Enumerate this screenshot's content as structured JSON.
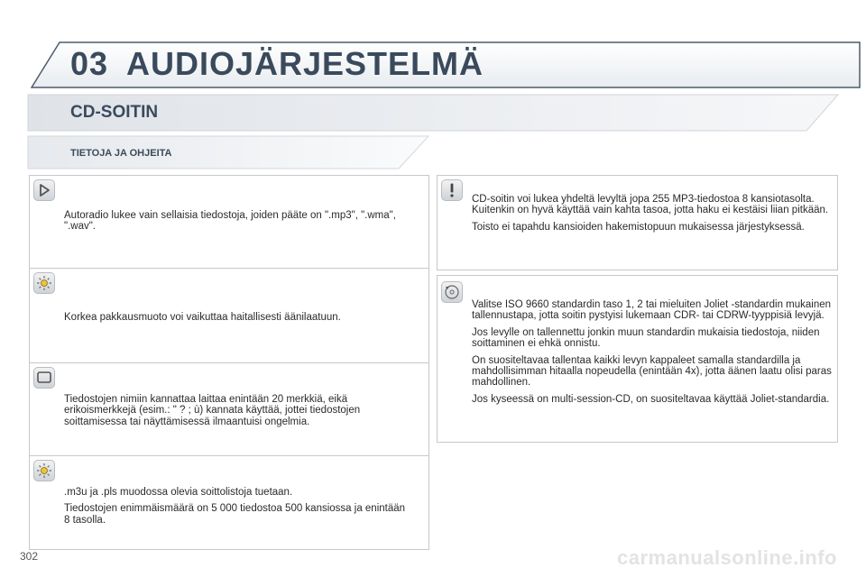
{
  "header": {
    "chapter_number": "03",
    "chapter_title": "AUDIOJÄRJESTELMÄ"
  },
  "section": {
    "title": "CD-SOITIN",
    "subtitle": "TIETOJA JA OHJEITA"
  },
  "left_notes": [
    {
      "icon": "play-arrow-icon",
      "paragraphs": [
        "Autoradio lukee vain sellaisia tiedostoja, joiden pääte on \".mp3\", \".wma\", \".wav\"."
      ]
    },
    {
      "icon": "lightbulb-icon",
      "paragraphs": [
        "Korkea pakkausmuoto voi vaikuttaa haitallisesti äänilaatuun."
      ]
    },
    {
      "icon": "screen-icon",
      "paragraphs": [
        "Tiedostojen nimiin kannattaa laittaa enintään 20 merkkiä, eikä erikoismerkkejä (esim.: \" ? ; ù) kannata käyttää, jottei tiedostojen soittamisessa tai näyttämisessä ilmaantuisi ongelmia."
      ]
    },
    {
      "icon": "lightbulb-icon",
      "paragraphs": [
        ".m3u ja .pls muodossa olevia soittolistoja tuetaan.",
        "Tiedostojen enimmäismäärä on 5 000 tiedostoa 500 kansiossa ja enintään 8 tasolla."
      ]
    }
  ],
  "right_notes": [
    {
      "icon": "warning-icon",
      "paragraphs": [
        "CD-soitin voi lukea yhdeltä levyltä jopa 255 MP3-tiedostoa 8 kansiotasolta. Kuitenkin on hyvä käyttää vain kahta tasoa, jotta haku ei kestäisi liian pitkään.",
        "Toisto ei tapahdu kansioiden hakemistopuun mukaisessa järjestyksessä."
      ]
    },
    {
      "icon": "disc-icon",
      "paragraphs": [
        "Valitse ISO 9660 standardin taso 1, 2 tai mieluiten Joliet -standardin mukainen tallennustapa, jotta soitin pystyisi lukemaan CDR- tai CDRW-tyyppisiä levyjä.",
        "Jos levylle on tallennettu jonkin muun standardin mukaisia tiedostoja, niiden soittaminen ei ehkä onnistu.",
        "On suositeltavaa tallentaa kaikki levyn kappaleet samalla standardilla ja mahdollisimman hitaalla nopeudella (enintään 4x), jotta äänen laatu olisi paras mahdollinen.",
        "Jos kyseessä on multi-session-CD, on suositeltavaa käyttää Joliet-standardia."
      ]
    }
  ],
  "footer": {
    "page_number": "302",
    "watermark": "carmanualsonline.info"
  }
}
